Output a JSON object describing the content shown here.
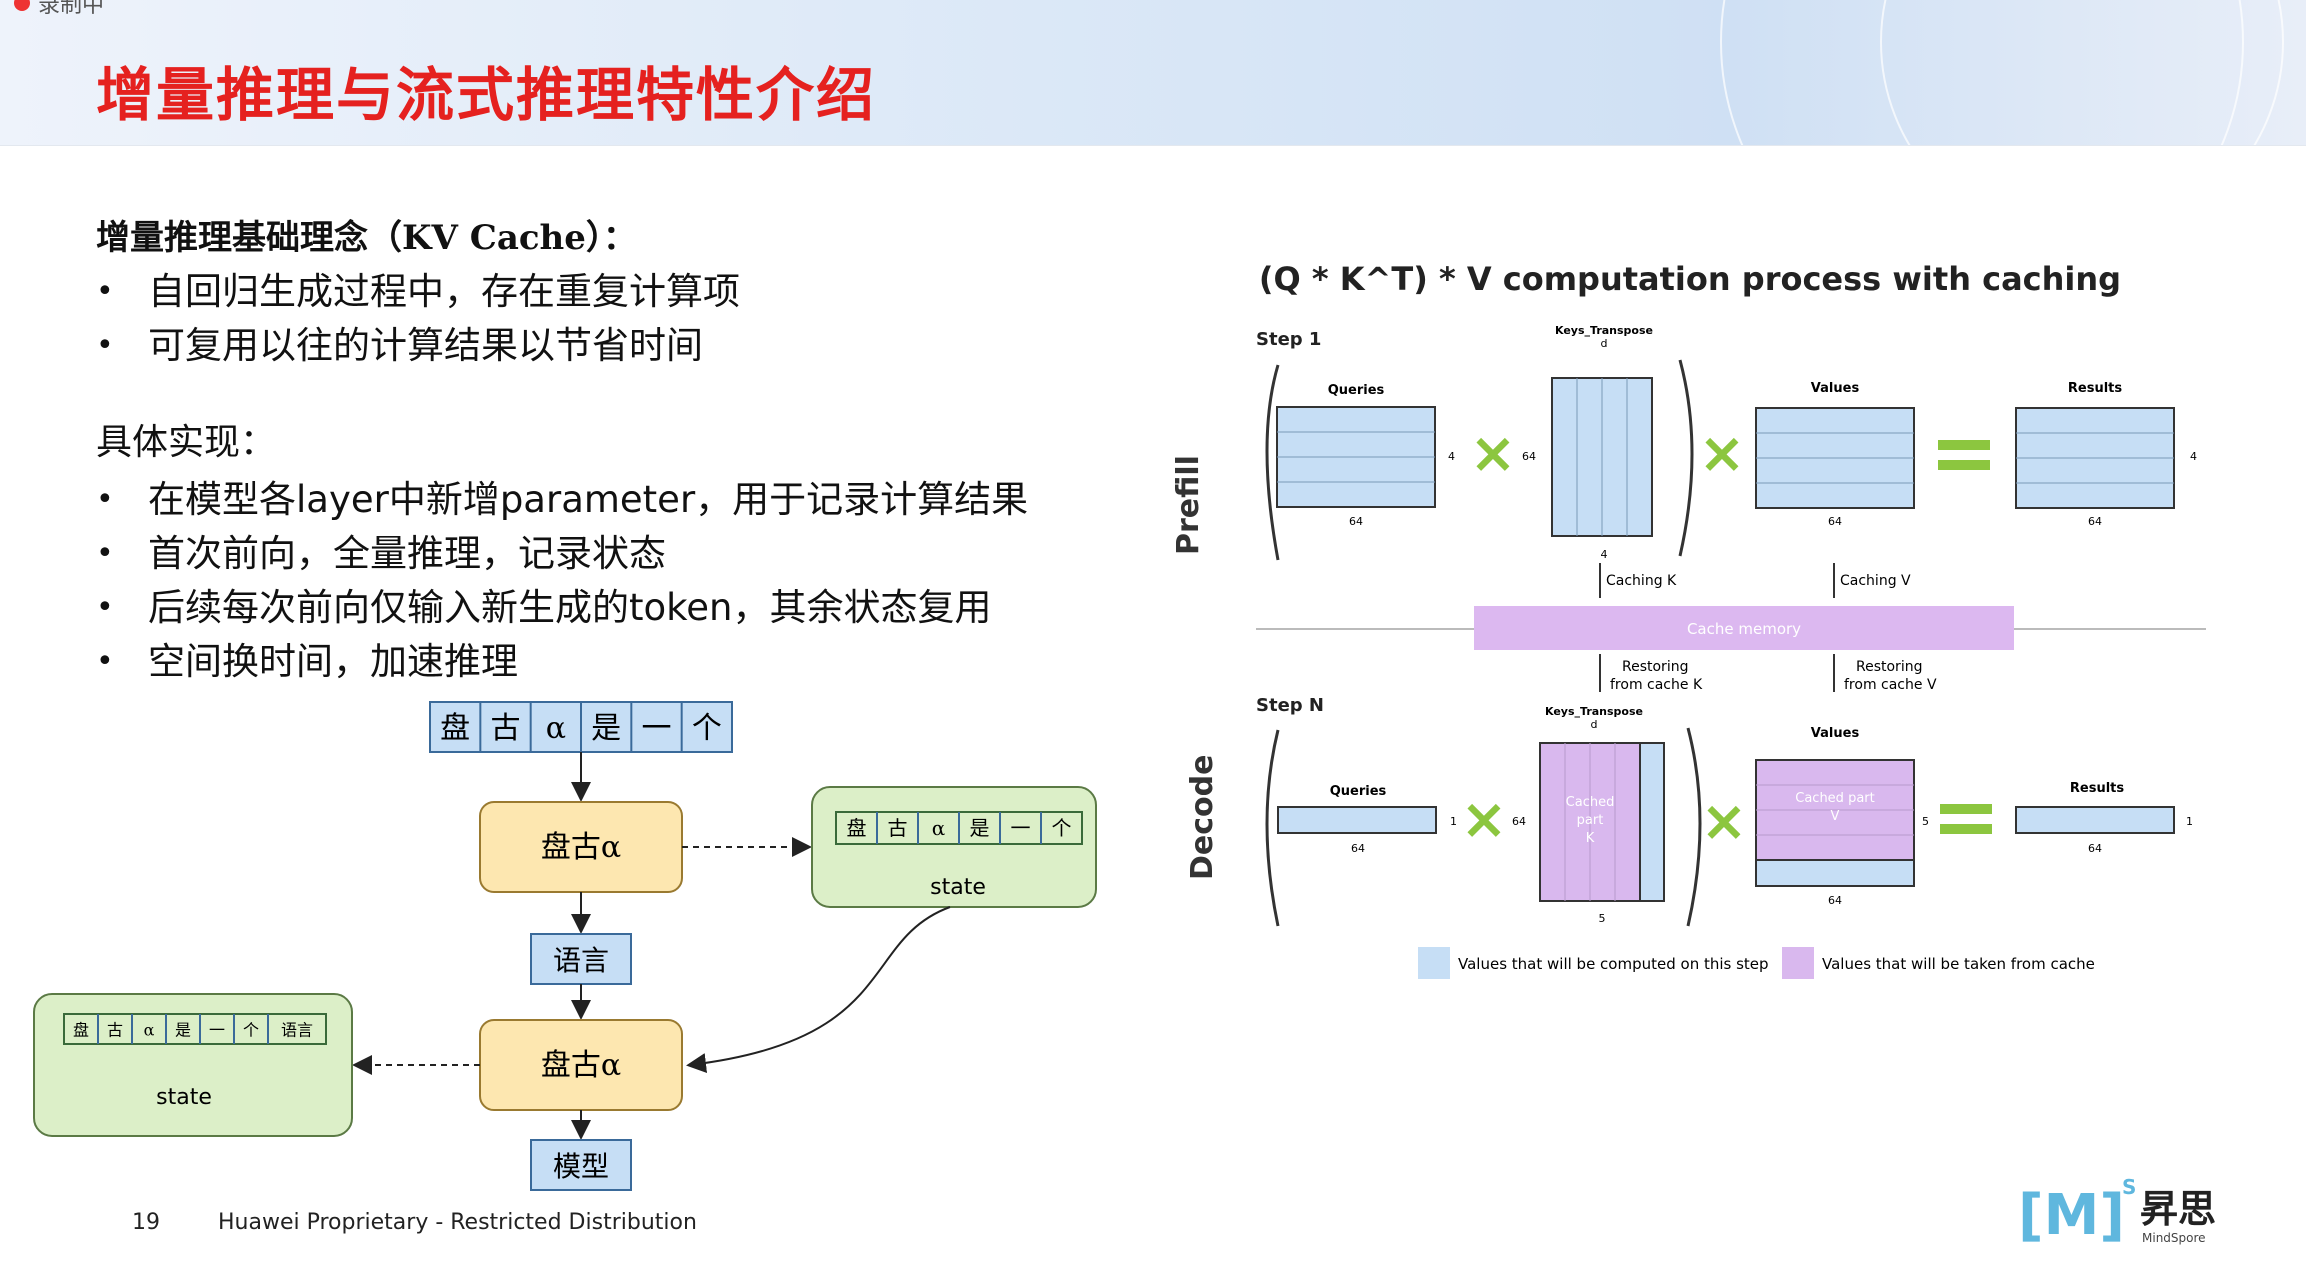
{
  "recording_label": "录制中",
  "title": "增量推理与流式推理特性介绍",
  "section1": {
    "heading": "增量推理基础理念（KV Cache）：",
    "bullets": [
      "自回归生成过程中，存在重复计算项",
      "可复用以往的计算结果以节省时间"
    ]
  },
  "section2": {
    "heading": "具体实现：",
    "bullets": [
      "在模型各layer中新增parameter，用于记录计算结果",
      "首次前向，全量推理，记录状态",
      "后续每次前向仅输入新生成的token，其余状态复用",
      "空间换时间，加速推理"
    ]
  },
  "flow": {
    "input_tokens": [
      "盘",
      "古",
      "α",
      "是",
      "一",
      "个"
    ],
    "model_label": "盘古α",
    "output1": "语言",
    "output2": "模型",
    "state_label": "state",
    "state1_tokens": [
      "盘",
      "古",
      "α",
      "是",
      "一",
      "个"
    ],
    "state2_tokens": [
      "盘",
      "古",
      "α",
      "是",
      "一",
      "个",
      "语言"
    ]
  },
  "kv": {
    "title": "(Q * K^T) * V computation process with caching",
    "prefill_label": "Prefill",
    "decode_label": "Decode",
    "step1": "Step 1",
    "stepN": "Step N",
    "queries": "Queries",
    "keys_transpose": "Keys_Transpose",
    "values": "Values",
    "results": "Results",
    "dim_d": "d",
    "n64": "64",
    "n4": "4",
    "n1": "1",
    "n5": "5",
    "caching_k": "Caching K",
    "caching_v": "Caching V",
    "cache_memory": "Cache memory",
    "restoring_line1": "Restoring",
    "restoring_k": "from cache K",
    "restoring_v": "from cache V",
    "cached_part": "Cached",
    "cached_part2": "part",
    "cached_k": "K",
    "cached_part_v": "Cached part",
    "cached_v": "V",
    "legend_computed": "Values that will be computed on this step",
    "legend_cached": "Values that will be taken from cache",
    "colors": {
      "blue": "#c6def5",
      "purple": "#d9b8ee",
      "green": "#8cc63f",
      "cache_bar": "#dcb8f0"
    }
  },
  "footer": {
    "page": "19",
    "text": "Huawei Proprietary - Restricted Distribution"
  },
  "logo": {
    "mark": "[M]",
    "sup": "S",
    "cn": "昇思",
    "en": "MindSpore"
  }
}
